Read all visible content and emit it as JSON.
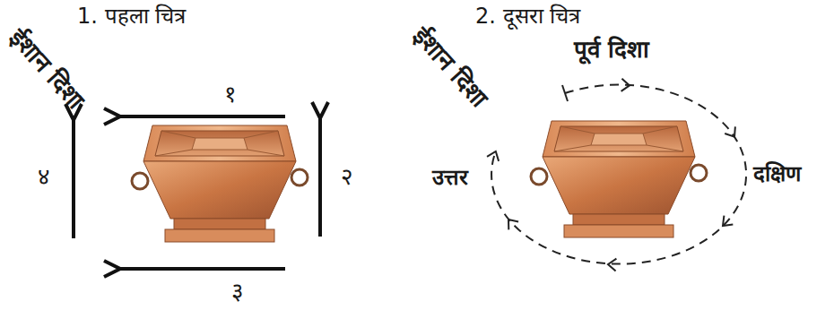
{
  "diagram": {
    "labels": [
      "1. पहला चित्र",
      "2. दूसरा चित्र",
      "ईशान दिशा",
      "१",
      "२",
      "३",
      "४",
      "ईशान दिशा",
      "पूर्व दिशा",
      "दक्षिण",
      "उत्तर"
    ]
  }
}
